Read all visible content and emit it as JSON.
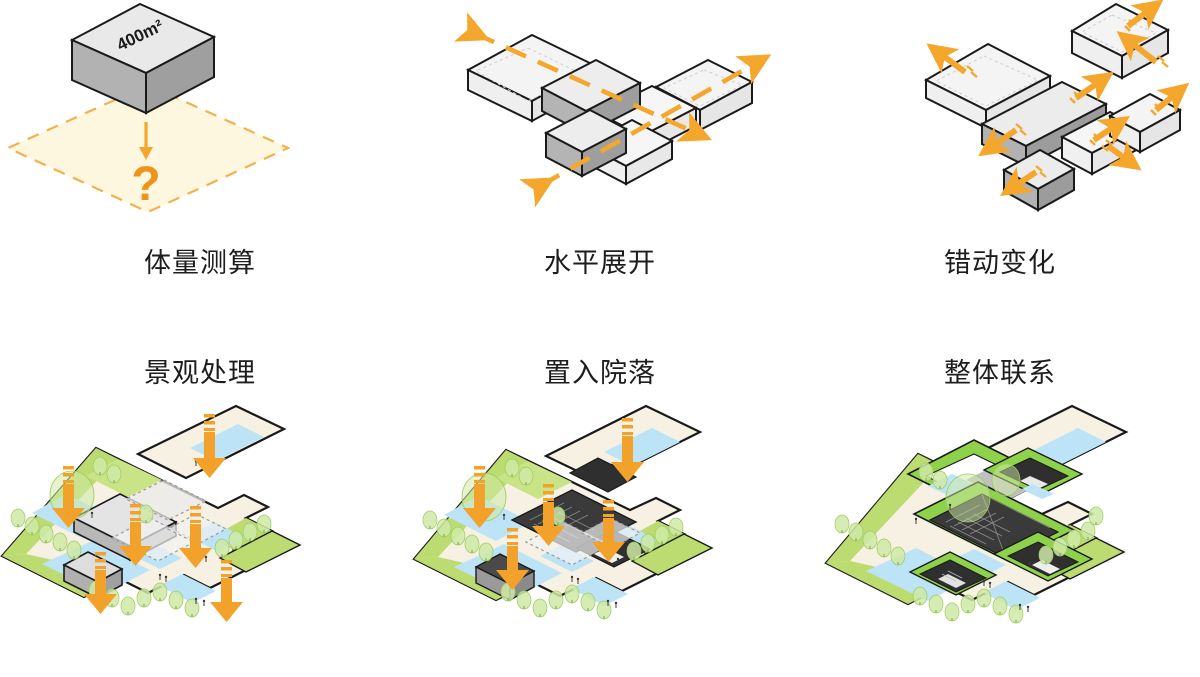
{
  "document": {
    "type": "architectural-design-process-diagram",
    "background_color": "#ffffff",
    "rows": 2,
    "columns": 3
  },
  "palette": {
    "accent_orange": "#f2a22a",
    "arrow_orange": "#f4a72c",
    "plot_fill": "#fdf7e0",
    "plot_dash": "#f6b04a",
    "mass_top": "#e9e9e9",
    "mass_left": "#b2b2b2",
    "mass_right": "#9f9f9f",
    "outline_black": "#1a1a1a",
    "ghost_fill": "#f4f4f4",
    "lawn_green": "#bcdc72",
    "lawn_green_dark": "#a9d157",
    "roof_green": "#8ed14b",
    "water_blue": "#bde4f6",
    "paving_cream": "#f6f1e2",
    "building_gray": "#dedede",
    "building_gray_dark": "#a8a8a8",
    "courtyard_dark": "#3a3a3a",
    "tree_green": "#cfe9a6",
    "caption_color": "#1d1d1d"
  },
  "panels": [
    {
      "id": "p1",
      "index": 1,
      "caption": "体量测算",
      "caption_position": "below",
      "step_name": "massing-calculation",
      "annotations": {
        "box_label": "400m²",
        "question_mark": "?"
      },
      "elements": [
        "gray-isometric-mass-box",
        "orange-down-arrow",
        "orange-question-mark",
        "dashed-site-plot"
      ]
    },
    {
      "id": "p2",
      "index": 2,
      "caption": "水平展开",
      "caption_position": "below",
      "step_name": "horizontal-expansion",
      "annotations": {},
      "elements": [
        "cross-shaped-volume-cluster",
        "orange-dashed-double-arrow-northwest",
        "orange-dashed-double-arrow-northeast"
      ]
    },
    {
      "id": "p3",
      "index": 3,
      "caption": "错动变化",
      "caption_position": "below",
      "step_name": "staggered-shifting",
      "annotations": {},
      "elements": [
        "separated-volume-blocks",
        "orange-shift-arrows-with-motion-lines"
      ]
    },
    {
      "id": "p4",
      "index": 4,
      "caption": "景观处理",
      "caption_position": "above",
      "step_name": "landscape-treatment",
      "annotations": {},
      "elements": [
        "isometric-site-plan",
        "green-lawn",
        "water-pools",
        "tree-rows",
        "gray-buildings",
        "orange-down-arrows"
      ]
    },
    {
      "id": "p5",
      "index": 5,
      "caption": "置入院落",
      "caption_position": "above",
      "step_name": "courtyard-insertion",
      "annotations": {},
      "elements": [
        "isometric-site-plan",
        "dark-inserted-courtyards",
        "water-pools",
        "tree-rows",
        "orange-down-arrows"
      ]
    },
    {
      "id": "p6",
      "index": 6,
      "caption": "整体联系",
      "caption_position": "above",
      "step_name": "overall-connection",
      "annotations": {},
      "elements": [
        "isometric-site-plan",
        "green-roof-connectors",
        "dark-courtyards",
        "water-pools",
        "tree-rows"
      ]
    }
  ]
}
